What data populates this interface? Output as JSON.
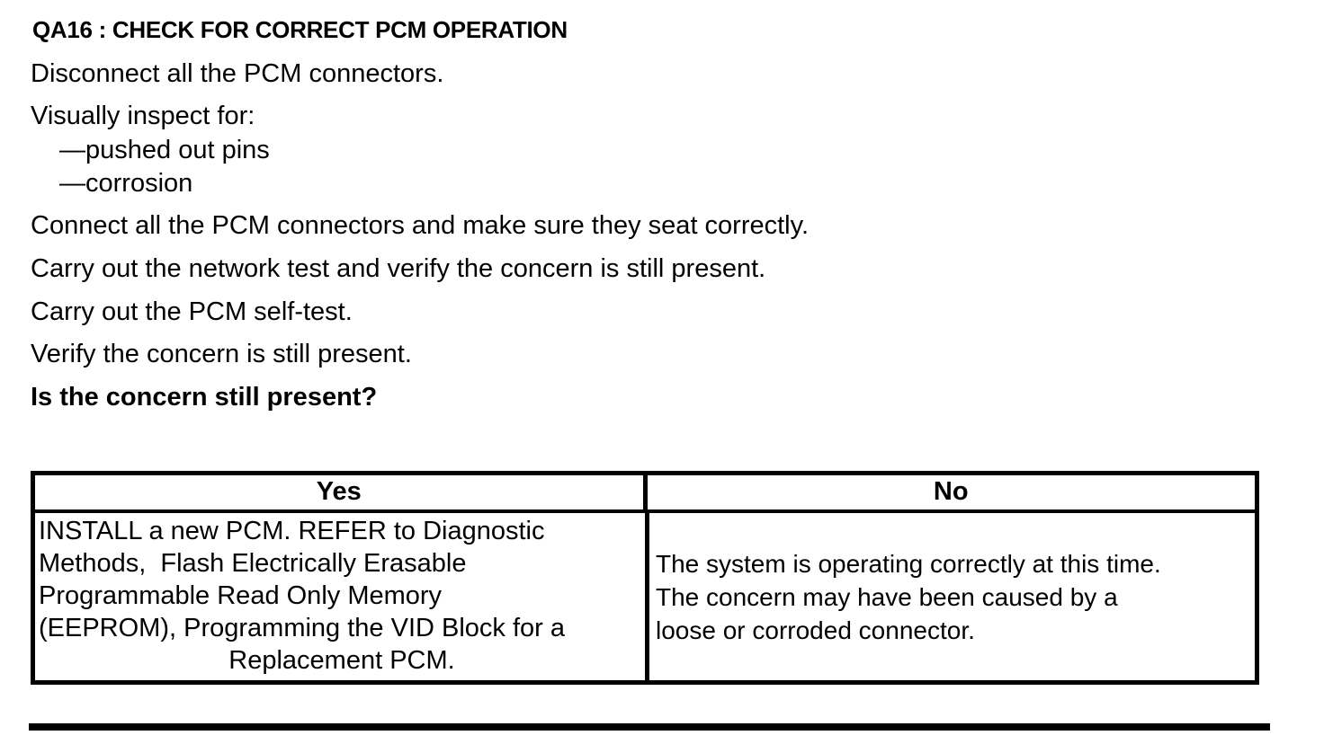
{
  "page": {
    "background_color": "#ffffff",
    "text_color": "#000000"
  },
  "procedure": {
    "heading": "QA16 : CHECK FOR CORRECT PCM OPERATION",
    "steps": [
      "Disconnect all the PCM connectors.",
      "Visually inspect for:",
      "—pushed out pins",
      "—corrosion",
      "Connect all the PCM connectors and make sure they seat correctly.",
      "Carry out the network test and verify the concern is still present.",
      "Carry out the PCM self-test.",
      "Verify the concern is still present."
    ],
    "question": "Is the concern still present?"
  },
  "results_table": {
    "yes_header": "Yes",
    "no_header": "No",
    "yes_lines": [
      "INSTALL a new PCM. REFER to Diagnostic",
      "Methods,  Flash Electrically Erasable",
      "Programmable Read Only Memory",
      "(EEPROM), Programming the VID Block for a",
      "Replacement PCM."
    ],
    "no_lines": [
      "The system is operating correctly at this time.",
      "The concern may have been caused by a",
      "loose or corroded connector."
    ]
  }
}
